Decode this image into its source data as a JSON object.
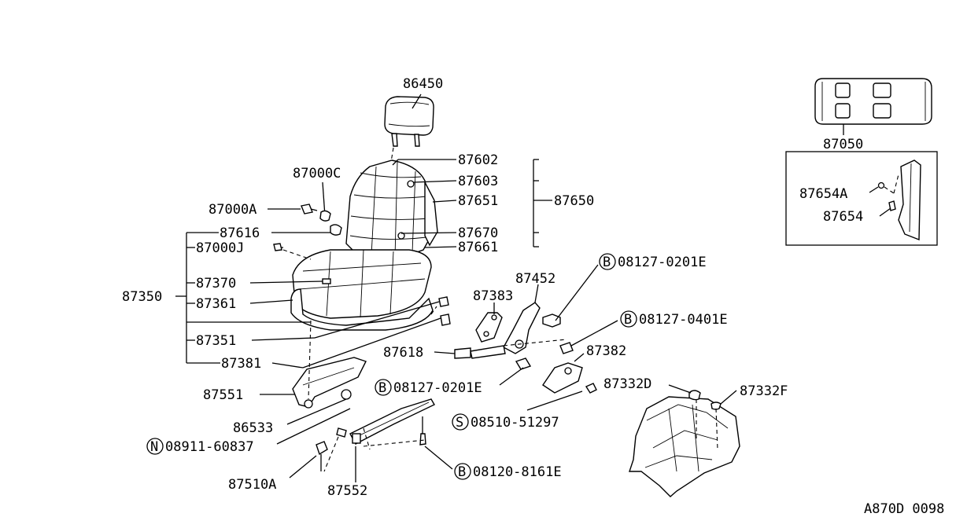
{
  "diagram": {
    "doc_code": "A870D 0098",
    "labels": {
      "p86450": "86450",
      "p87602": "87602",
      "p87603": "87603",
      "p87651": "87651",
      "p87650": "87650",
      "p87670": "87670",
      "p87661": "87661",
      "p87000c": "87000C",
      "p87000a": "87000A",
      "p87616": "87616",
      "p87000j": "87000J",
      "p87370": "87370",
      "p87361": "87361",
      "p87350": "87350",
      "p87351": "87351",
      "p87381": "87381",
      "p87551": "87551",
      "p86533": "86533",
      "p08911": "08911-60837",
      "p87510a": "87510A",
      "p87552": "87552",
      "p08120": "08120-8161E",
      "p08127a": "08127-0201E",
      "p87452": "87452",
      "p87383": "87383",
      "p08127b": "08127-0401E",
      "p87618": "87618",
      "p87382": "87382",
      "p08127c": "08127-0201E",
      "p87332d": "87332D",
      "p87332f": "87332F",
      "p08510": "08510-51297",
      "p87050": "87050",
      "p87654a": "87654A",
      "p87654": "87654"
    },
    "badges": {
      "b": "B",
      "n": "N",
      "s": "S"
    }
  }
}
